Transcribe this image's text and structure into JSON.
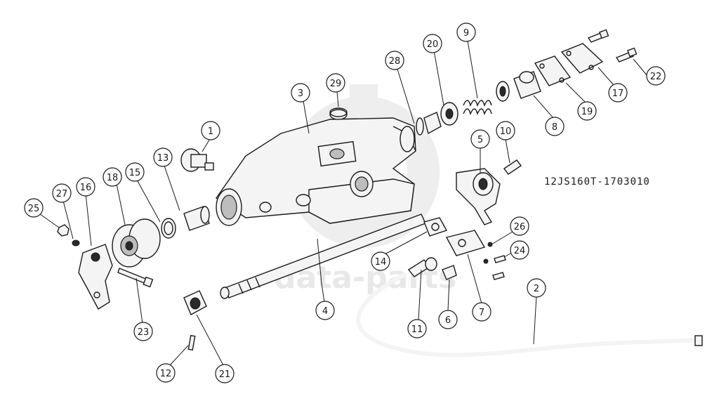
{
  "drawing": {
    "drawing_number": "12JS160T-1703010",
    "watermark_text": "data-parts",
    "colors": {
      "line": "#1a1a1a",
      "fill": "#f4f4f4",
      "watermark": "#d6d6d6"
    }
  },
  "callouts": [
    {
      "number": "1"
    },
    {
      "number": "2"
    },
    {
      "number": "3"
    },
    {
      "number": "4"
    },
    {
      "number": "5"
    },
    {
      "number": "6"
    },
    {
      "number": "7"
    },
    {
      "number": "8"
    },
    {
      "number": "9"
    },
    {
      "number": "10"
    },
    {
      "number": "11"
    },
    {
      "number": "12"
    },
    {
      "number": "13"
    },
    {
      "number": "14"
    },
    {
      "number": "15"
    },
    {
      "number": "16"
    },
    {
      "number": "17"
    },
    {
      "number": "18"
    },
    {
      "number": "19"
    },
    {
      "number": "20"
    },
    {
      "number": "21"
    },
    {
      "number": "22"
    },
    {
      "number": "23"
    },
    {
      "number": "24"
    },
    {
      "number": "25"
    },
    {
      "number": "26"
    },
    {
      "number": "27"
    },
    {
      "number": "28"
    },
    {
      "number": "29"
    }
  ]
}
